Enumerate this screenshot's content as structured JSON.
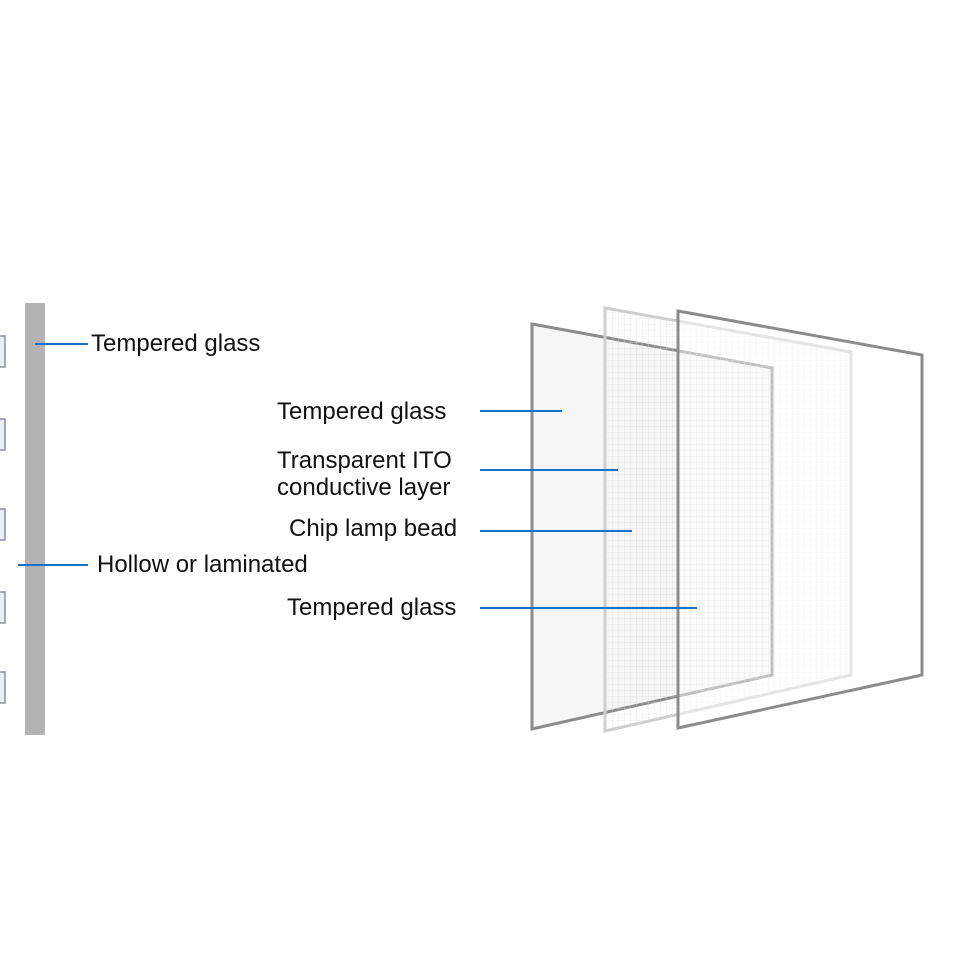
{
  "colors": {
    "leader_line": "#1a72c8",
    "glass_edge": "#8c8c8c",
    "ito_edge": "#cfcfcf",
    "chip_edge": "#d6d6d6",
    "side_glass": "#b3b3b3",
    "side_chip": "#8f8fa8",
    "label_text": "#111111"
  },
  "side_view": {
    "outer_glass_label": "Tempered glass",
    "interlayer_label": "Hollow or laminated",
    "chip_count": 5
  },
  "layers": [
    {
      "label": "Tempered glass"
    },
    {
      "label": "Transparent ITO\nconductive layer"
    },
    {
      "label": "Chip lamp bead"
    },
    {
      "label": "Tempered glass"
    }
  ],
  "icons": {
    "glass_pane": "pane-shape",
    "chip": "square-chip"
  }
}
